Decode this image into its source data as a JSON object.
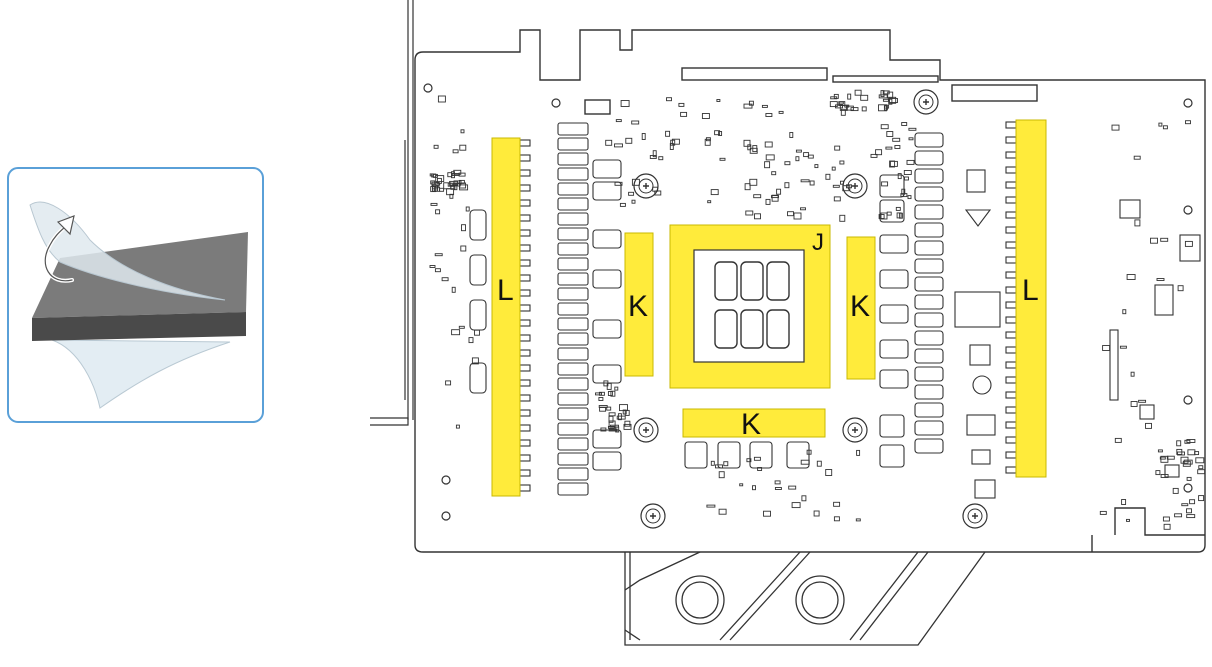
{
  "colors": {
    "thermal_pad": "#ffeb3b",
    "thermal_pad_edge": "#c9b800",
    "inset_border": "#5aa0d8",
    "line": "#333333",
    "pad_gray": "#5f5f5f"
  },
  "inset": {
    "icon": "peel-protective-film-icon",
    "arrow_icon": "curved-arrow-icon"
  },
  "pad_labels": {
    "left_strip": "L",
    "right_strip": "L",
    "left_inner": "K",
    "right_inner": "K",
    "bottom": "K",
    "gpu": "J"
  },
  "icons": {
    "screw": "screw-hole-icon",
    "pcb": "graphics-card-pcb-icon",
    "bracket": "io-bracket-icon",
    "fitting": "water-fitting-icon"
  }
}
